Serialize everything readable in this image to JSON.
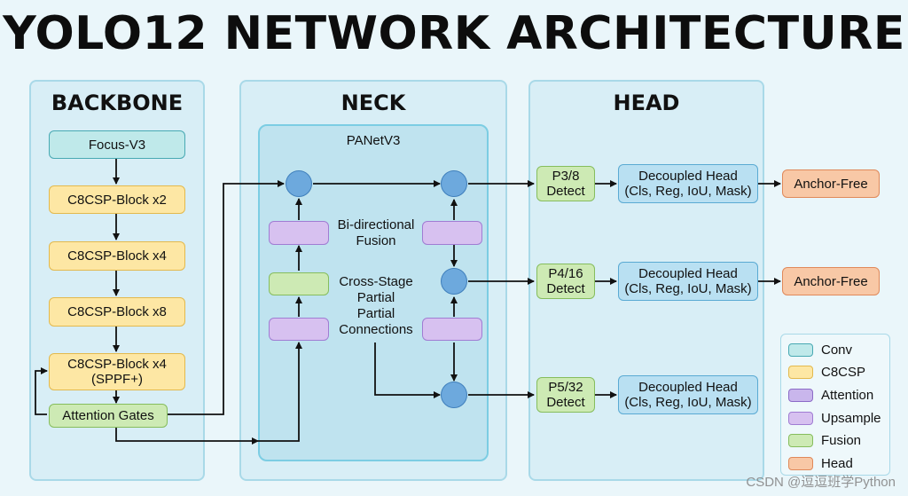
{
  "title": "YOLO12 NETWORK ARCHITECTURE",
  "panels": {
    "backbone": "BACKBONE",
    "neck": "NECK",
    "head": "HEAD",
    "panet": "PANetV3"
  },
  "backbone": {
    "focus": "Focus-V3",
    "c8_x2": "C8CSP-Block x2",
    "c8_x4": "C8CSP-Block x4",
    "c8_x8": "C8CSP-Block x8",
    "c8_x4_sppf_line1": "C8CSP-Block x4",
    "c8_x4_sppf_line2": "(SPPF+)",
    "attention_gates": "Attention Gates"
  },
  "neck": {
    "bidir_line1": "Bi-directional",
    "bidir_line2": "Fusion",
    "csp_line1": "Cross-Stage",
    "csp_line2": "Partial",
    "csp_line3": "Partial",
    "csp_line4": "Connections"
  },
  "head": {
    "p3_line1": "P3/8",
    "p3_line2": "Detect",
    "p4_line1": "P4/16",
    "p4_line2": "Detect",
    "p5_line1": "P5/32",
    "p5_line2": "Detect",
    "dh_line1": "Decoupled Head",
    "dh_line2": "(Cls, Reg, IoU, Mask)",
    "anchor_free": "Anchor-Free"
  },
  "legend": {
    "items": [
      {
        "label": "Conv",
        "color": "#bfe9ea",
        "border": "#48a9b3"
      },
      {
        "label": "C8CSP",
        "color": "#fde7a4",
        "border": "#e3b94d"
      },
      {
        "label": "Attention",
        "color": "#c9b6ec",
        "border": "#8c6bc7"
      },
      {
        "label": "Upsample",
        "color": "#d7c1f0",
        "border": "#a07cd3"
      },
      {
        "label": "Fusion",
        "color": "#cdeab4",
        "border": "#86bd5d"
      },
      {
        "label": "Head",
        "color": "#f8c8a6",
        "border": "#e0895a"
      }
    ]
  },
  "watermark": "CSDN @逗逗班学Python"
}
